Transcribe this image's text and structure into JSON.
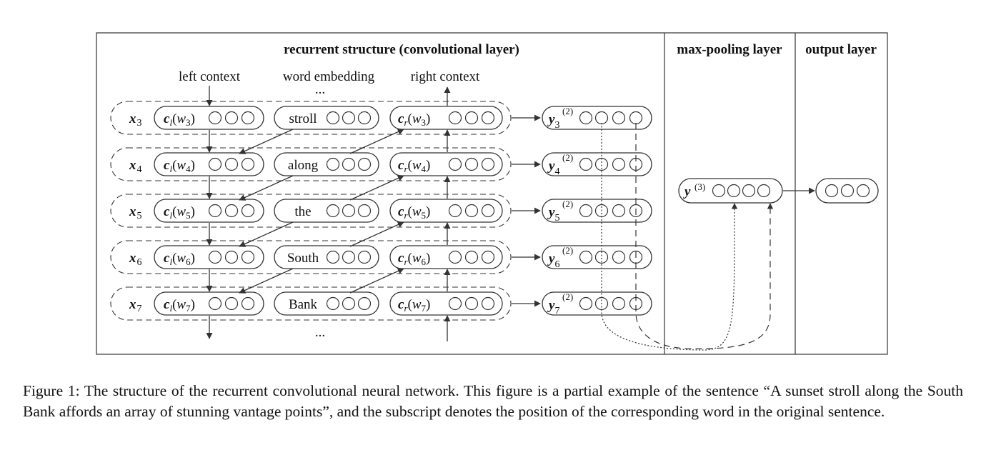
{
  "headers": {
    "recurrent": "recurrent structure (convolutional layer)",
    "maxpool": "max-pooling layer",
    "output": "output layer"
  },
  "annotations": {
    "left_context": "left context",
    "word_embedding": "word embedding",
    "right_context": "right context",
    "ellipsis_top": "...",
    "ellipsis_bottom": "..."
  },
  "rows": [
    {
      "x": "3",
      "word": "stroll"
    },
    {
      "x": "4",
      "word": "along"
    },
    {
      "x": "5",
      "word": "the"
    },
    {
      "x": "6",
      "word": "South"
    },
    {
      "x": "7",
      "word": "Bank"
    }
  ],
  "notation": {
    "x_symbol": "x",
    "c_symbol": "c",
    "w_symbol": "w",
    "left_sub": "l",
    "right_sub": "r",
    "y_symbol": "y",
    "layer2": "(2)",
    "layer3": "(3)"
  },
  "caption": "Figure 1: The structure of the recurrent convolutional neural network. This figure is a partial example of the sentence “A sunset stroll along the South Bank affords an array of stunning vantage points”, and the subscript denotes the position of the corresponding word in the original sentence."
}
